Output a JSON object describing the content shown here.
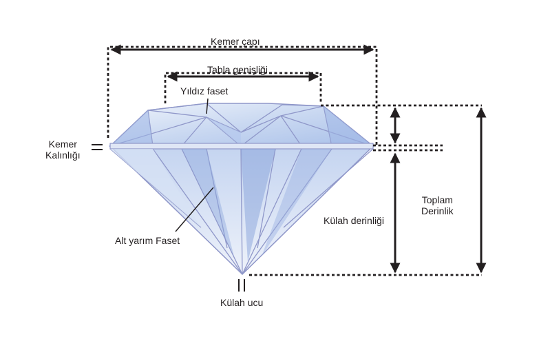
{
  "labels": {
    "girdle_diameter": "Kemer çapı",
    "table_width": "Tabla genişliği",
    "star_facet": "Yıldız faset",
    "girdle_thickness": "Kemer\nKalınlığı",
    "lower_half_facet": "Alt yarım Faset",
    "pavilion_depth": "Külah derinliği",
    "total_depth": "Toplam\nDerinlik",
    "culet": "Külah ucu"
  },
  "colors": {
    "ink": "#231f20",
    "diamond_outline": "#8f97c9",
    "diamond_light": "#e4ecf8",
    "diamond_mid": "#b9cbec",
    "diamond_dark": "#8fa9de"
  }
}
